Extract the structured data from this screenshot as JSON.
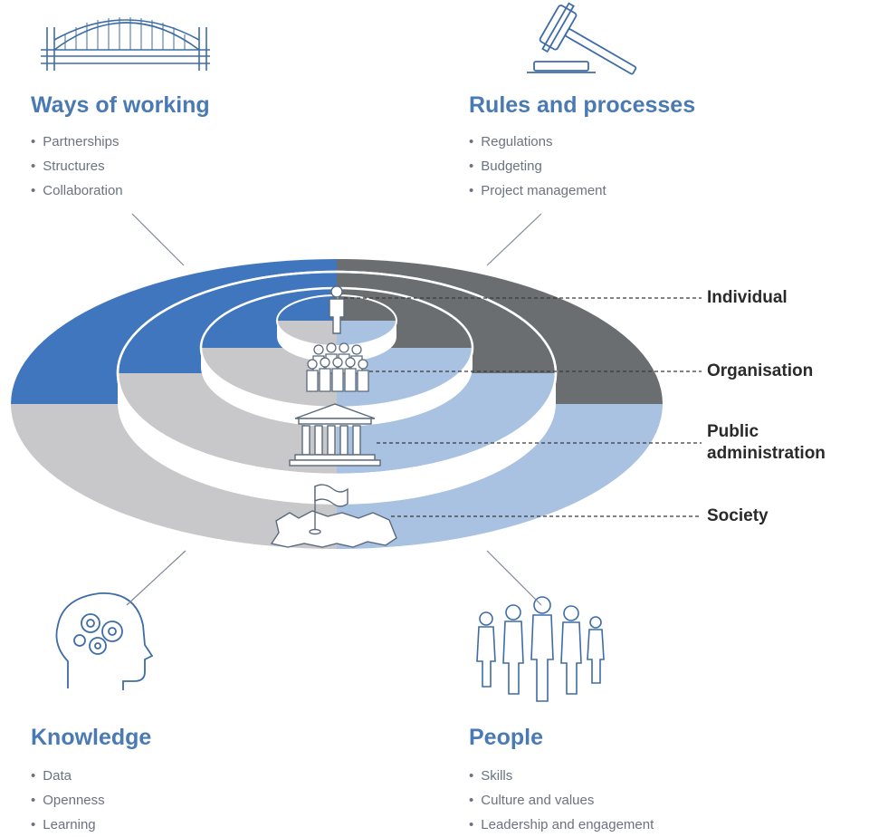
{
  "quadrants": {
    "ways_of_working": {
      "title": "Ways of working",
      "icon": "bridge-icon",
      "items": [
        "Partnerships",
        "Structures",
        "Collaboration"
      ]
    },
    "rules_and_processes": {
      "title": "Rules and processes",
      "icon": "gavel-icon",
      "items": [
        "Regulations",
        "Budgeting",
        "Project management"
      ]
    },
    "knowledge": {
      "title": "Knowledge",
      "icon": "head-gears-icon",
      "items": [
        "Data",
        "Openness",
        "Learning"
      ]
    },
    "people": {
      "title": "People",
      "icon": "people-group-icon",
      "items": [
        "Skills",
        "Culture and values",
        "Leadership and engagement"
      ]
    }
  },
  "levels": {
    "individual": {
      "label": "Individual",
      "icon": "person-icon"
    },
    "organisation": {
      "label": "Organisation",
      "icon": "group-icon"
    },
    "public_administration": {
      "label": "Public administration",
      "icon": "building-icon"
    },
    "society": {
      "label": "Society",
      "icon": "flag-map-icon"
    }
  },
  "colors": {
    "ways_of_working": "#3f76be",
    "rules_and_processes": "#6b6e71",
    "knowledge": "#c8c8ca",
    "people": "#a9c2e2",
    "title_text": "#4a7ab3",
    "bullet_text": "#6a7380",
    "icon_stroke": "#3e6ca6"
  }
}
